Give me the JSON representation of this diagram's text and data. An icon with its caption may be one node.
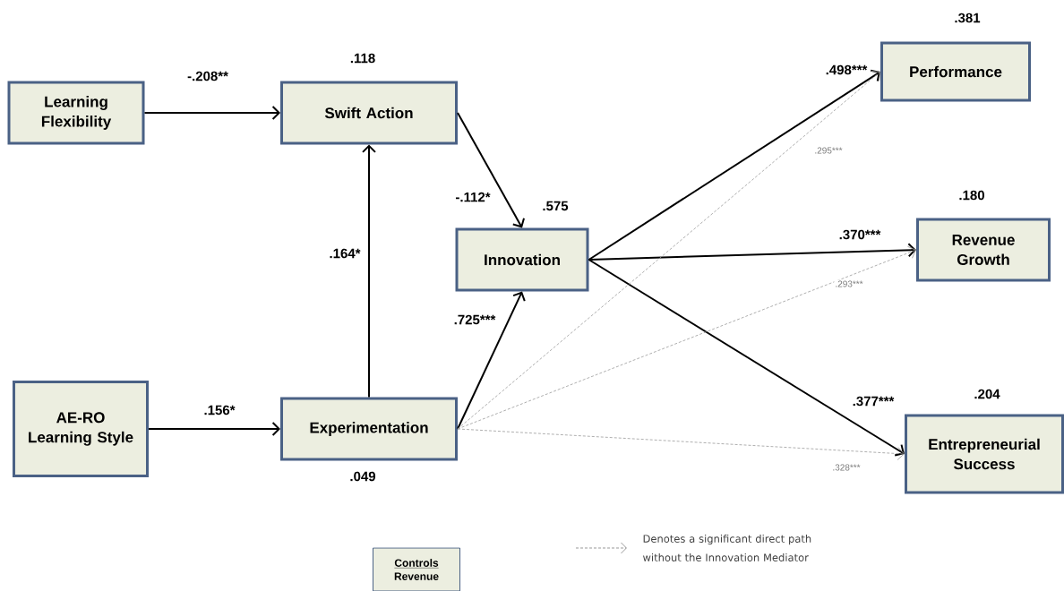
{
  "diagram": {
    "nodes": [
      {
        "text": [
          "Learning Flexibility"
        ]
      },
      {
        "text": [
          "Swift Action"
        ],
        "beside": [
          ".118"
        ]
      },
      {
        "text": [
          "Innovation"
        ],
        "beside": [
          ".575"
        ]
      },
      {
        "text": [
          "Performance"
        ],
        "beside": [
          ".381"
        ]
      },
      {
        "text": [
          "Revenue Growth"
        ],
        "beside": [
          ".180"
        ]
      },
      {
        "text": [
          "AE-RO Learning Style"
        ]
      },
      {
        "text": [
          "Experimentation"
        ],
        "beside": [
          ".049"
        ]
      },
      {
        "text": [
          "Entrepreneurial Success"
        ],
        "beside": [
          ".204"
        ]
      },
      {
        "text": [
          "Controls",
          "Revenue"
        ]
      }
    ],
    "edges": [
      {
        "from": 0,
        "to": 1,
        "arrow": "to",
        "label": "-.208**"
      },
      {
        "from": 6,
        "to": 1,
        "arrow": "to",
        "label": ".164*"
      },
      {
        "from": 1,
        "to": 2,
        "arrow": "to",
        "label": "-.112*"
      },
      {
        "from": 6,
        "to": 2,
        "arrow": "to",
        "label": ".725***"
      },
      {
        "from": 5,
        "to": 6,
        "arrow": "to",
        "label": ".156*"
      },
      {
        "from": 2,
        "to": 3,
        "arrow": "to",
        "label": ".498***"
      },
      {
        "from": 2,
        "to": 4,
        "arrow": "to",
        "label": ".370***"
      },
      {
        "from": 2,
        "to": 7,
        "arrow": "to",
        "label": ".377***"
      },
      {
        "from": 6,
        "to": 3,
        "arrow": "to",
        "label": ".295***",
        "style": "dashed",
        "color": "#9a9a9a"
      },
      {
        "from": 6,
        "to": 4,
        "arrow": "to",
        "label": ".293***",
        "style": "dashed",
        "color": "#9a9a9a"
      },
      {
        "from": 6,
        "to": 7,
        "arrow": "to",
        "label": ".328***",
        "style": "dashed",
        "color": "#9a9a9a"
      }
    ],
    "legend": [
      {
        "text": "Denotes a significant direct path without the Innovation Mediator"
      }
    ]
  }
}
